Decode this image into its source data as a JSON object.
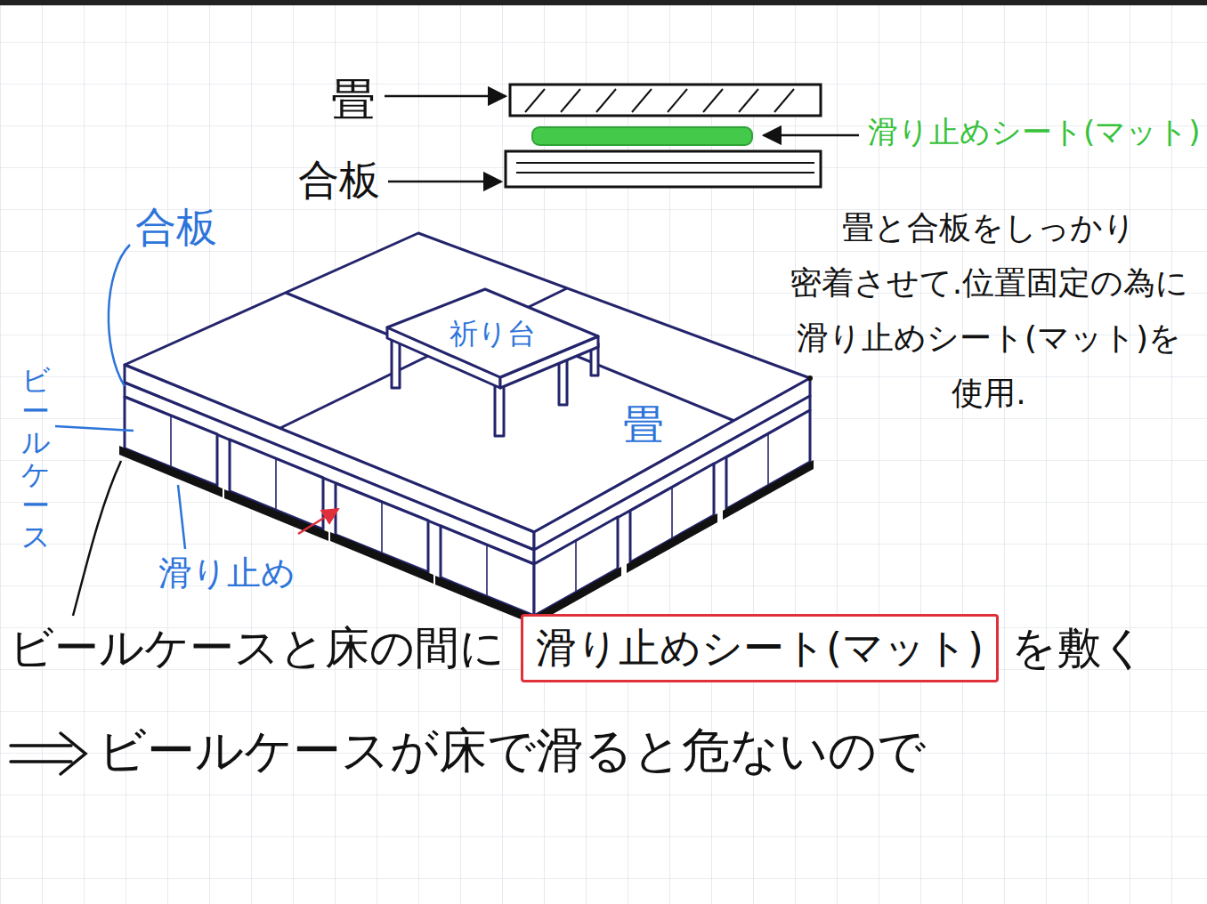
{
  "diagram": {
    "nodes": [
      {
        "text": [
          "滑り止めシート(マット)"
        ]
      }
    ],
    "labels": [
      "畳",
      "合板",
      "滑り止めシート(マット)",
      "畳と合板をしっかり 密着させて.位置固定の為に 滑り止めシート(マット)を 使用.",
      "合板",
      "ビールケース",
      "祈り台",
      "畳",
      "滑り止め",
      "ビールケースと床の間に",
      "を敷く",
      "ビールケースが床で滑ると危ないので"
    ]
  }
}
